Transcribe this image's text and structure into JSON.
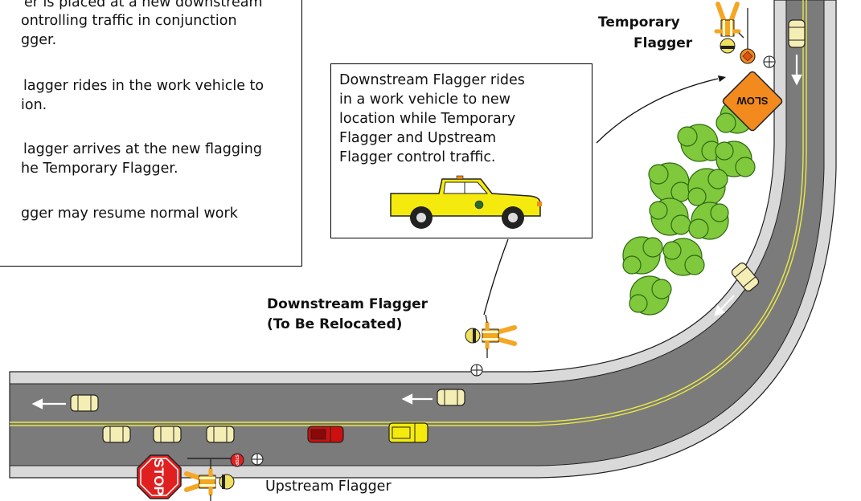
{
  "info_panel": {
    "lines": [
      "er is placed at a new downstream",
      "ontrolling traffic in conjunction",
      "gger.",
      "lagger rides in the work vehicle to",
      "ion.",
      "lagger arrives at the new flagging",
      "he Temporary Flagger.",
      "gger may resume normal work"
    ]
  },
  "callout": {
    "lines": [
      "Downstream Flagger rides",
      "in a work vehicle to new",
      "location while Temporary",
      "Flagger and Upstream",
      "Flagger control traffic."
    ]
  },
  "labels": {
    "temporary_flagger": [
      "Temporary",
      "Flagger"
    ],
    "downstream_flagger": [
      "Downstream Flagger",
      "(To Be Relocated)"
    ],
    "upstream_flagger": "Upstream Flagger"
  },
  "signs": {
    "stop_text": "STOP",
    "slow_text": "SLOW",
    "mini_stop_text": "STOP"
  },
  "colors": {
    "road_asphalt": "#7b7b7b",
    "road_shoulder": "#d9d9d9",
    "center_line": "#e8e84a",
    "tree_green": "#80c83c",
    "stop_red": "#e02020",
    "slow_orange": "#f28a1e",
    "vehicle_cream": "#f4eeb4",
    "truck_yellow": "#f5ea0e",
    "red_car": "#cc1010",
    "vest_orange": "#f5a623"
  }
}
